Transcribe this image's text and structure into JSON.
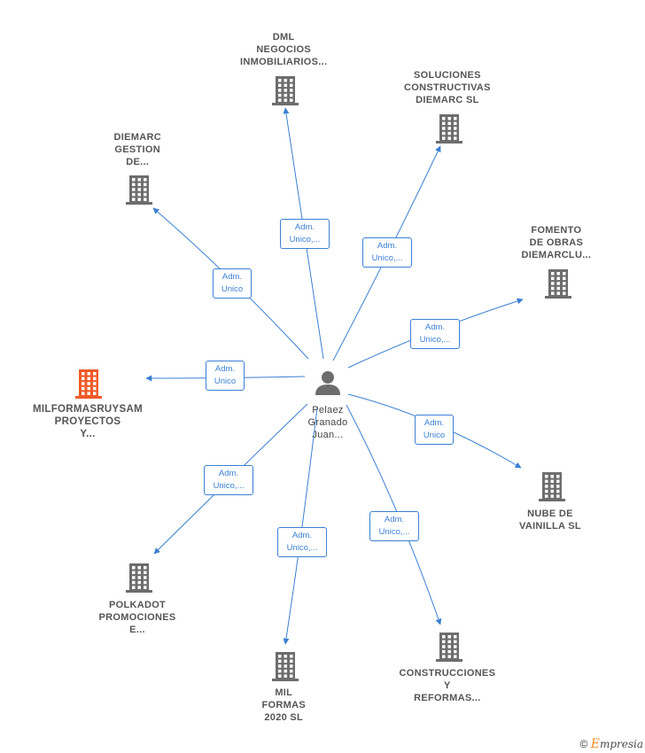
{
  "person": {
    "lines": [
      "Pelaez",
      "Granado",
      "Juan..."
    ]
  },
  "nodes": [
    {
      "id": "dml",
      "lines": [
        "DML",
        "NEGOCIOS",
        "INMOBILIARIOS..."
      ],
      "highlight": false,
      "edge_label": [
        "Adm.",
        "Unico,..."
      ]
    },
    {
      "id": "soluciones",
      "lines": [
        "SOLUCIONES",
        "CONSTRUCTIVAS",
        "DIEMARC  SL"
      ],
      "highlight": false,
      "edge_label": [
        "Adm.",
        "Unico,..."
      ]
    },
    {
      "id": "diemarc",
      "lines": [
        "DIEMARC",
        "GESTION",
        "DE..."
      ],
      "highlight": false,
      "edge_label": [
        "Adm.",
        "Unico"
      ]
    },
    {
      "id": "fomento",
      "lines": [
        "FOMENTO",
        "DE OBRAS",
        "DIEMARCLU..."
      ],
      "highlight": false,
      "edge_label": [
        "Adm.",
        "Unico,..."
      ]
    },
    {
      "id": "milformasruysam",
      "lines": [
        "MILFORMASRUYSAM",
        "PROYECTOS",
        "Y..."
      ],
      "highlight": true,
      "edge_label": [
        "Adm.",
        "Unico"
      ]
    },
    {
      "id": "nube",
      "lines": [
        "NUBE DE",
        "VAINILLA  SL"
      ],
      "highlight": false,
      "edge_label": [
        "Adm.",
        "Unico"
      ]
    },
    {
      "id": "polkadot",
      "lines": [
        "POLKADOT",
        "PROMOCIONES",
        "E..."
      ],
      "highlight": false,
      "edge_label": [
        "Adm.",
        "Unico,..."
      ]
    },
    {
      "id": "construcciones",
      "lines": [
        "CONSTRUCCIONES",
        "Y",
        "REFORMAS..."
      ],
      "highlight": false,
      "edge_label": [
        "Adm.",
        "Unico,..."
      ]
    },
    {
      "id": "milformas2020",
      "lines": [
        "MIL",
        "FORMAS",
        "2020  SL"
      ],
      "highlight": false,
      "edge_label": [
        "Adm.",
        "Unico,..."
      ]
    }
  ],
  "footer": {
    "copyright": "©",
    "brand_initial": "E",
    "brand_rest": "mpresia"
  },
  "colors": {
    "edge": "#3b80d4",
    "building": "#6d6d6d",
    "highlight_building": "#f05a28",
    "person": "#6d6d6d"
  }
}
